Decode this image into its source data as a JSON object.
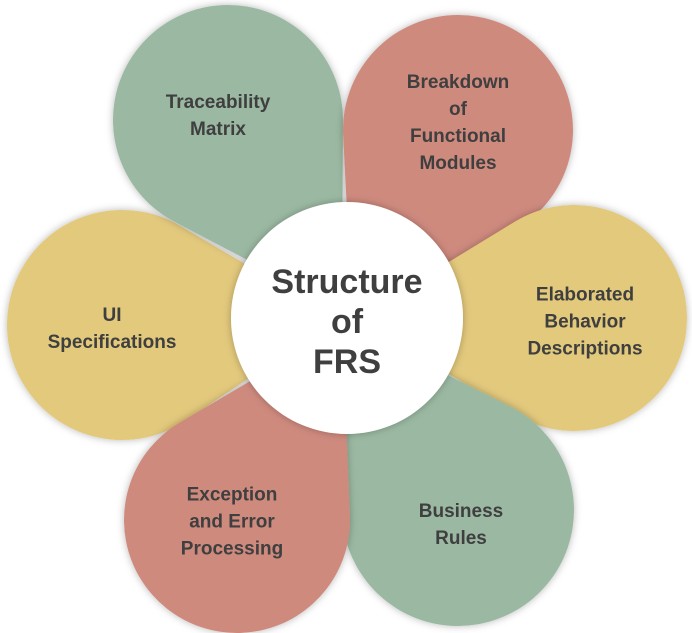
{
  "title": "Structure of FRS",
  "center": {
    "label": "Structure\nof\nFRS",
    "color": "#ffffff"
  },
  "colors": {
    "green": "#9bb9a2",
    "red": "#cf8a7e",
    "yellow": "#e3c97b",
    "text": "#3f3f3f"
  },
  "petals": [
    {
      "id": "traceability-matrix",
      "label": "Traceability\nMatrix",
      "color": "#9bb9a2"
    },
    {
      "id": "breakdown-of-functional-modules",
      "label": "Breakdown\nof\nFunctional\nModules",
      "color": "#cf8a7e"
    },
    {
      "id": "elaborated-behavior-descriptions",
      "label": "Elaborated\nBehavior\nDescriptions",
      "color": "#e3c97b"
    },
    {
      "id": "business-rules",
      "label": "Business\nRules",
      "color": "#9bb9a2"
    },
    {
      "id": "exception-and-error-processing",
      "label": "Exception\nand Error\nProcessing",
      "color": "#cf8a7e"
    },
    {
      "id": "ui-specifications",
      "label": "UI\nSpecifications",
      "color": "#e3c97b"
    }
  ]
}
